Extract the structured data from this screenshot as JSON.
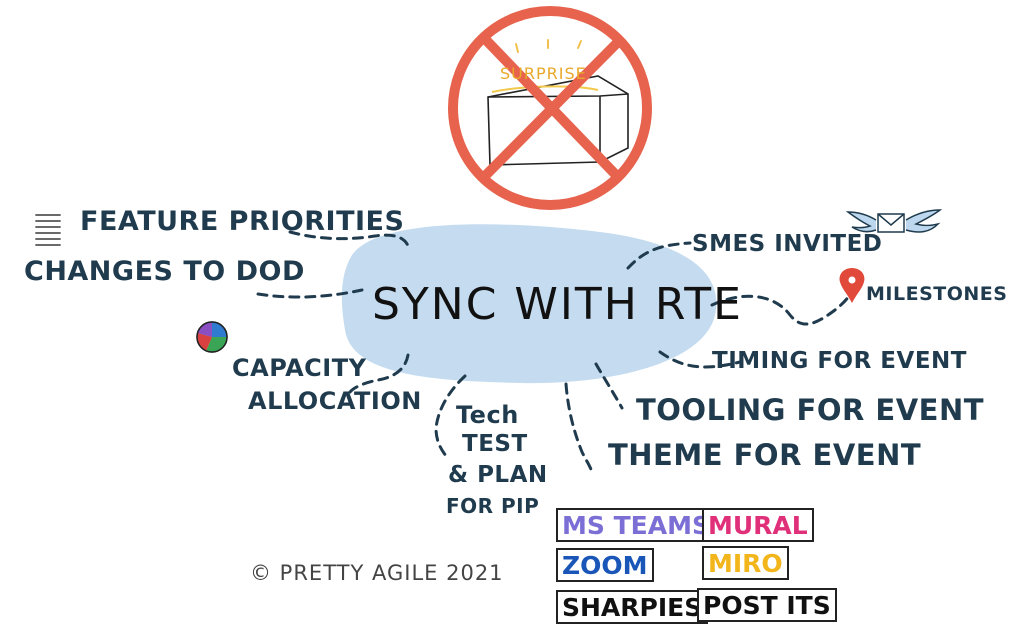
{
  "banner": {
    "surprise_label": "SURPRISE",
    "no_sign_color": "#e7634d"
  },
  "center": {
    "label": "SYNC WITH RTE",
    "blob_color": "#c5dcf0"
  },
  "left_branches": {
    "feature_priorities": "FEATURE PRIORITIES",
    "changes_to_dod": "CHANGES TO DOD",
    "capacity": "CAPACITY",
    "allocation": "ALLOCATION"
  },
  "bottom_branch": [
    "Tech",
    "TEST",
    "& PLAN",
    "FOR PIP"
  ],
  "right_branches": {
    "smes_invited": "SMES INVITED",
    "milestones": "MILESTONES",
    "timing_for_event": "TIMING FOR EVENT",
    "tooling_for_event": "TOOLING FOR EVENT",
    "theme_for_event": "THEME FOR EVENT"
  },
  "tools": {
    "ms_teams": "MS TEAMS",
    "mural": "MURAL",
    "zoom": "ZOOM",
    "miro": "MIRO",
    "sharpies": "SHARPIES",
    "post_its": "POST ITS"
  },
  "colors": {
    "text": "#1f3b4d",
    "ms_teams": "#7b6fd6",
    "mural": "#e0307a",
    "zoom": "#1a56b8",
    "miro": "#f2b51b"
  },
  "copyright": "© PRETTY AGILE 2021"
}
